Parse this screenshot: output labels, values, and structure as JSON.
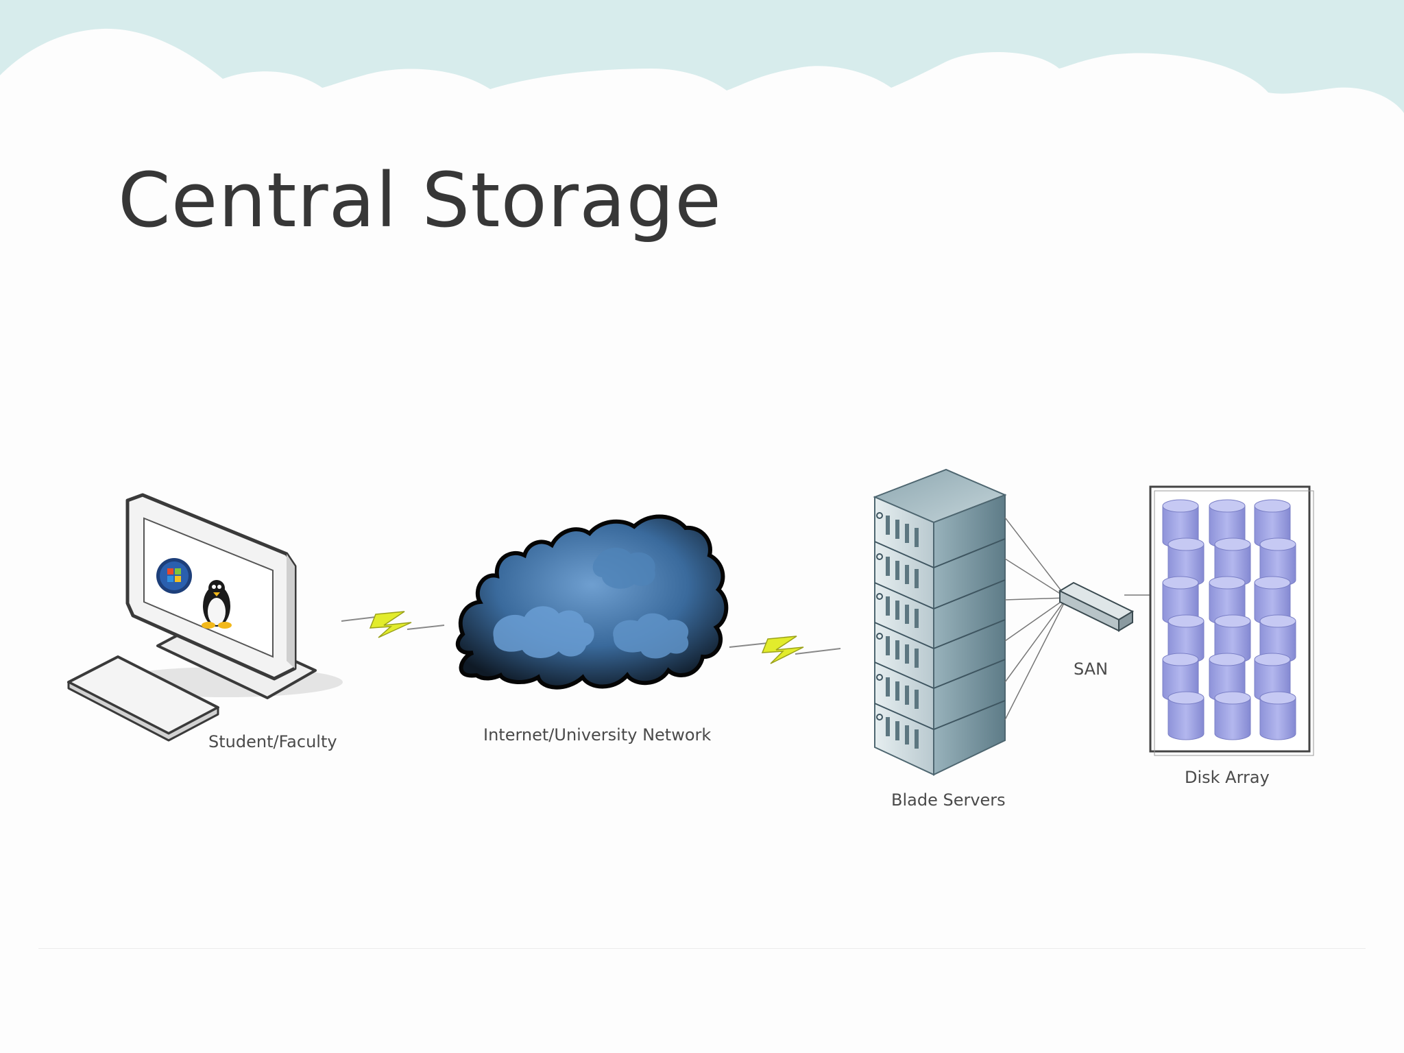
{
  "slide": {
    "title": "Central Storage"
  },
  "diagram": {
    "nodes": [
      {
        "id": "client",
        "label": "Student/Faculty",
        "icon": "desktop-computer-icon"
      },
      {
        "id": "network",
        "label": "Internet/University Network",
        "icon": "network-cloud-icon"
      },
      {
        "id": "servers",
        "label": "Blade Servers",
        "icon": "server-rack-icon"
      },
      {
        "id": "san",
        "label": "SAN",
        "icon": "san-switch-icon"
      },
      {
        "id": "storage",
        "label": "Disk Array",
        "icon": "disk-array-icon"
      }
    ],
    "links": [
      {
        "from": "client",
        "to": "network",
        "style": "lightning"
      },
      {
        "from": "network",
        "to": "servers",
        "style": "lightning"
      },
      {
        "from": "servers",
        "to": "san",
        "style": "fan-lines"
      },
      {
        "from": "san",
        "to": "storage",
        "style": "line"
      }
    ]
  },
  "colors": {
    "banner": "#d7ecec",
    "title": "#373737",
    "lightning": "#e2ec2c",
    "cloud": "#3f74a8",
    "server": "#8fa9b3",
    "disk": "#9a9fe0"
  }
}
